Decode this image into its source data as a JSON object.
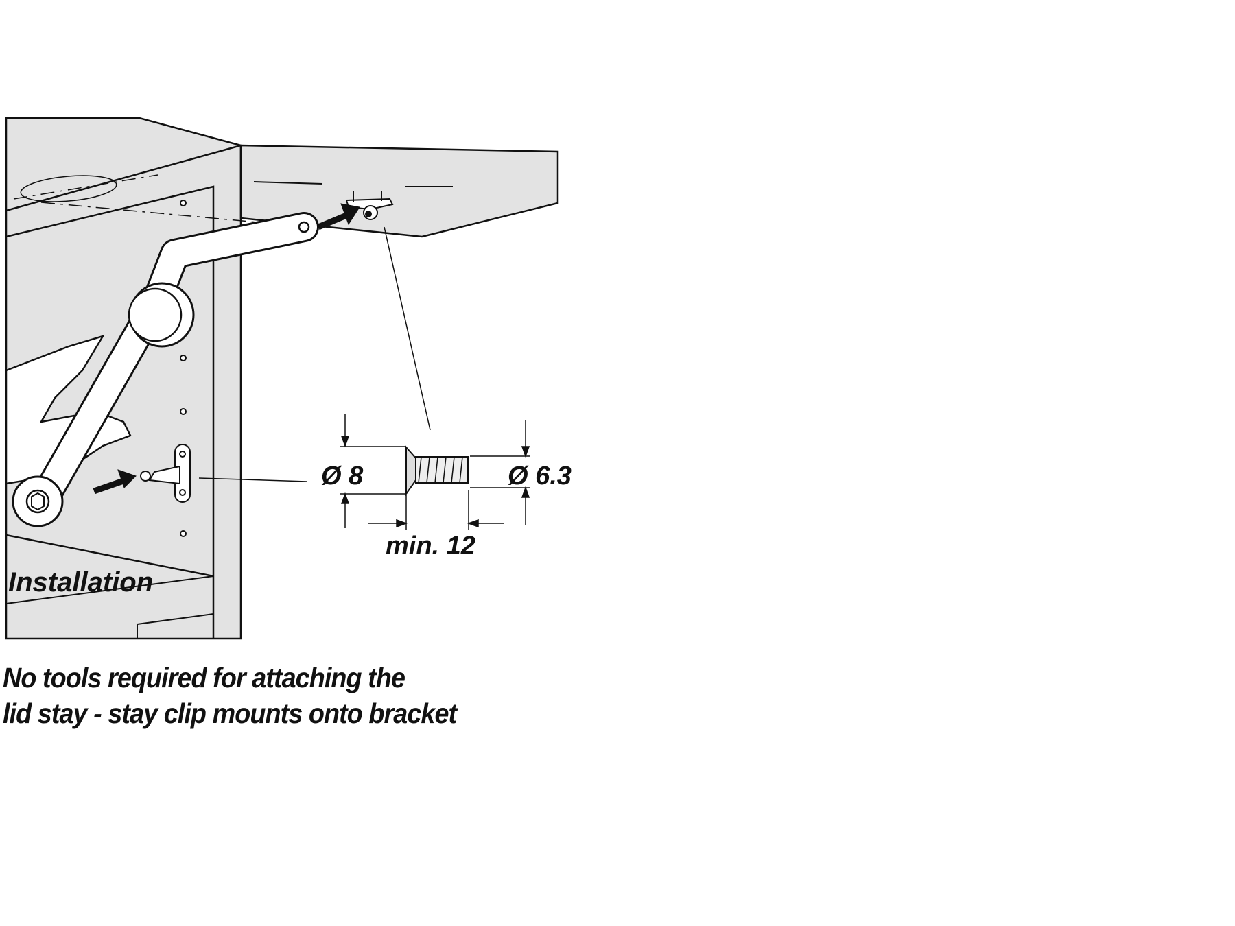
{
  "diagram": {
    "label_installation": "Installation",
    "dimensions": {
      "head_diameter": "Ø 8",
      "thread_diameter": "Ø 6.3",
      "min_length": "min. 12"
    },
    "caption": {
      "line1": "No tools required for attaching the",
      "line2": "lid stay - stay clip mounts onto bracket"
    },
    "colors": {
      "panel": "#e3e3e3",
      "ink": "#111111"
    }
  }
}
